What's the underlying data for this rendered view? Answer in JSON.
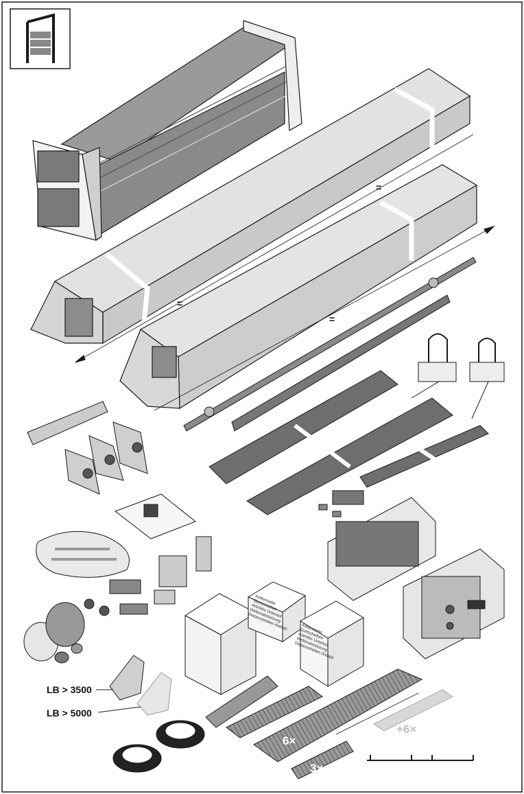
{
  "labels": {
    "lb_3500": "LB > 3500",
    "lb_5000": "LB > 5000"
  },
  "quantities": {
    "seal_6x": "6×",
    "seal_3x": "3×",
    "seal_plus6x": "+6×"
  },
  "dimension_marks": {
    "equal_sign": "="
  },
  "box_texts": {
    "box_a": [
      "Kettenrader",
      "Gurtscheiben",
      "Antriebs Unterteil",
      "Wellenabstützung",
      "Distanzstreben Antrieb"
    ],
    "box_b": [
      "Kettenrader",
      "Gurtscheiben",
      "Antriebs Unterteil",
      "Wellenabstützung",
      "Distanzstreben Antrieb"
    ]
  },
  "colors": {
    "line": "#1a1a1a",
    "metal_light": "#dcdcdc",
    "metal_mid": "#b4b4b4",
    "metal_dark": "#6e6e6e",
    "ghost": "#c8c8c8"
  }
}
